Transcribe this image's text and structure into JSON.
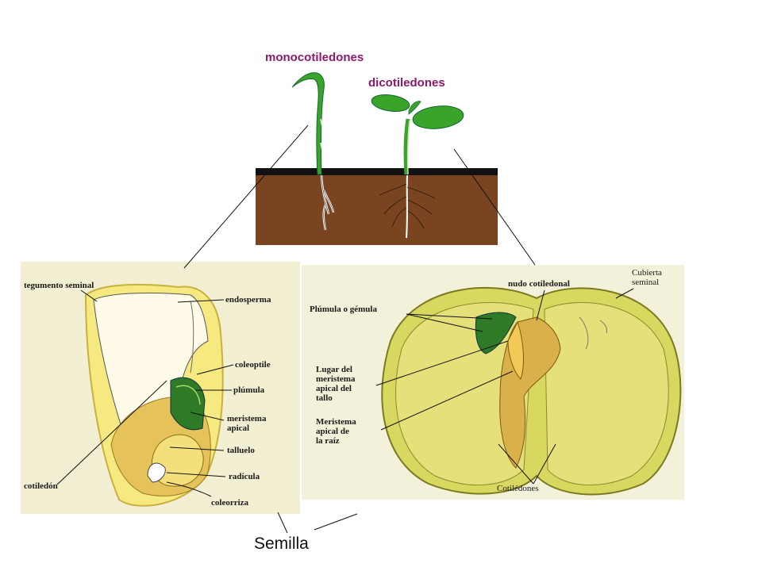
{
  "top": {
    "mono_title": "monocotiledones",
    "di_title": "dicotiledones"
  },
  "mono_seed": {
    "labels": {
      "tegumento": "tegumento seminal",
      "endosperma": "endosperma",
      "coleoptile": "coleoptile",
      "plumula": "plúmula",
      "meristema": "meristema\napical",
      "talluelo": "talluelo",
      "radicula": "radícula",
      "coleorriza": "coleorriza",
      "cotiledon": "cotiledón"
    }
  },
  "di_seed": {
    "labels": {
      "nudo": "nudo cotiledonal",
      "cubierta": "Cubierta\nseminal",
      "plumula": "Plúmula o gémula",
      "lugar": "Lugar del\nmeristema\napical del\ntallo",
      "meristema_raiz": "Meristema\napical de\nla raíz",
      "cotiledones": "Cotilédones"
    }
  },
  "caption": "Semilla",
  "colors": {
    "soil": "#7a4420",
    "soil_top": "#111111",
    "leaf_green": "#3aa32a",
    "seed_yellow": "#e8e070",
    "panel_bg": "#f3f0d6",
    "title_purple": "#8a1a6a"
  }
}
